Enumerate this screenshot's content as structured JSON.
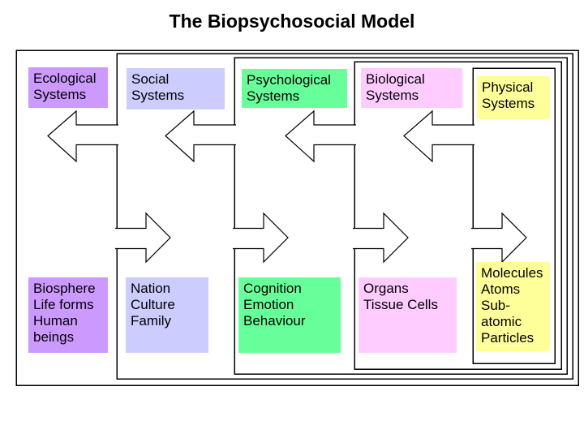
{
  "title": "The Biopsychosocial Model",
  "background_color": "#ffffff",
  "border_color": "#000000",
  "systems": [
    {
      "name": "Ecological",
      "label": "Ecological\nSystems",
      "components": "Biosphere\nLife forms\nHuman\nbeings",
      "color": "#cc99ff"
    },
    {
      "name": "Social",
      "label": "Social\nSystems",
      "components": "Nation\nCulture\nFamily",
      "color": "#ccccff"
    },
    {
      "name": "Psychological",
      "label": "Psychological\nSystems",
      "components": "Cognition\nEmotion\nBehaviour",
      "color": "#66ff99"
    },
    {
      "name": "Biological",
      "label": "Biological\nSystems",
      "components": "Organs\nTissue Cells",
      "color": "#ffccff"
    },
    {
      "name": "Physical",
      "label": "Physical\nSystems",
      "components": "Molecules\nAtoms\nSub-\natomic\nParticles",
      "color": "#ffff99"
    }
  ]
}
